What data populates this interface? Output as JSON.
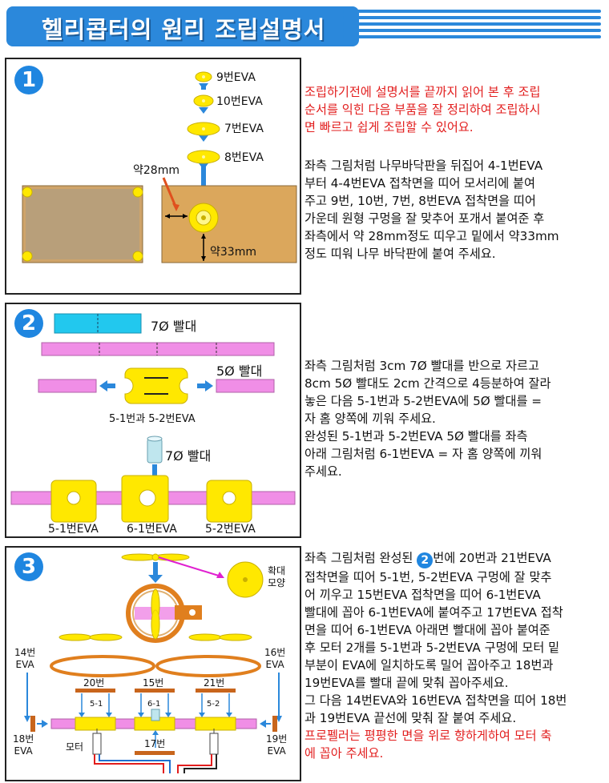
{
  "header": {
    "title": "헬리콥터의 원리 조립설명서"
  },
  "section1": {
    "badge": "1",
    "eva_labels": [
      "9번EVA",
      "10번EVA",
      "7번EVA",
      "8번EVA"
    ],
    "dim_left": "약28mm",
    "dim_bottom": "약33mm",
    "text_red": [
      "조립하기전에 설명서를 끝까지 읽어 본 후 조립",
      "순서를 익힌 다음 부품을 잘 정리하여 조립하시",
      "면 빠르고 쉽게 조립할 수 있어요."
    ],
    "text": [
      "좌측 그림처럼 나무바닥판을 뒤집어 4-1번EVA",
      "부터 4-4번EVA 접착면을 띠어 모서리에 붙여",
      "주고 9번, 10번, 7번, 8번EVA 접착면을 띠어",
      "가운데 원형 구멍을 잘 맞추어 포개서 붙여준 후",
      "좌측에서 약 28mm정도 띠우고 밑에서 약33mm",
      "정도 띠워 나무 바닥판에 붙여 주세요."
    ]
  },
  "section2": {
    "badge": "2",
    "straw7": "7Ø 빨대",
    "straw5": "5Ø 빨대",
    "part_label": "5-1번과 5-2번EVA",
    "straw7_small": "7Ø 빨대",
    "bottom_labels": [
      "5-1번EVA",
      "6-1번EVA",
      "5-2번EVA"
    ],
    "text": [
      "좌측 그림처럼 3cm 7Ø 빨대를 반으로 자르고",
      "8cm 5Ø 빨대도 2cm 간격으로 4등분하여 잘라",
      "놓은 다음 5-1번과 5-2번EVA에 5Ø 빨대를 =",
      "자 홈 양쪽에 끼워 주세요.",
      "완성된 5-1번과 5-2번EVA 5Ø 빨대를 좌측",
      "아래 그림처럼 6-1번EVA = 자 홈 양쪽에 끼워",
      "주세요."
    ]
  },
  "section3": {
    "badge": "3",
    "zoom_label": [
      "확대",
      "모양"
    ],
    "part_labels": {
      "p14": [
        "14번",
        "EVA"
      ],
      "p16": [
        "16번",
        "EVA"
      ],
      "p18": [
        "18번",
        "EVA"
      ],
      "p19": [
        "19번",
        "EVA"
      ],
      "p20": "20번",
      "p15": "15번",
      "p21": "21번",
      "p51": "5-1",
      "p61": "6-1",
      "p52": "5-2",
      "p17": "17번",
      "motor": "모터"
    },
    "text_line1_pre": "좌측 그림처럼 완성된 ",
    "text_line1_badge": "2",
    "text_line1_post": "번에 20번과 21번EVA",
    "text": [
      "접착면을 띠어 5-1번, 5-2번EVA 구멍에 잘 맞추",
      "어 끼우고 15번EVA 접착면을 띠어 6-1번EVA",
      "빨대에 꼽아 6-1번EVA에 붙여주고 17번EVA 접착",
      "면을 띠어 6-1번EVA 아래면 빨대에 꼽아 붙여준",
      "후 모터 2개를 5-1번과 5-2번EVA 구멍에 모터 밑",
      "부분이 EVA에 일치하도록 밀어 꼽아주고 18번과",
      "19번EVA를 빨대 끝에 맞춰 꼽아주세요.",
      "그 다음 14번EVA와 16번EVA 접착면을 띠어 18번",
      "과 19번EVA 끝선에 맞춰 잘 붙여 주세요."
    ],
    "text_red": [
      "프로펠러는 평평한 면을 위로 향하게하여 모터 축",
      "에 꼽아 주세요."
    ]
  },
  "colors": {
    "accent": "#2b88db",
    "eva_yellow": "#ffe800",
    "straw_pink": "#f08ee6",
    "straw_cyan": "#22c8ee",
    "wood": "#d9a35a",
    "orange": "#e07f1e",
    "red_text": "#e21d1d"
  }
}
